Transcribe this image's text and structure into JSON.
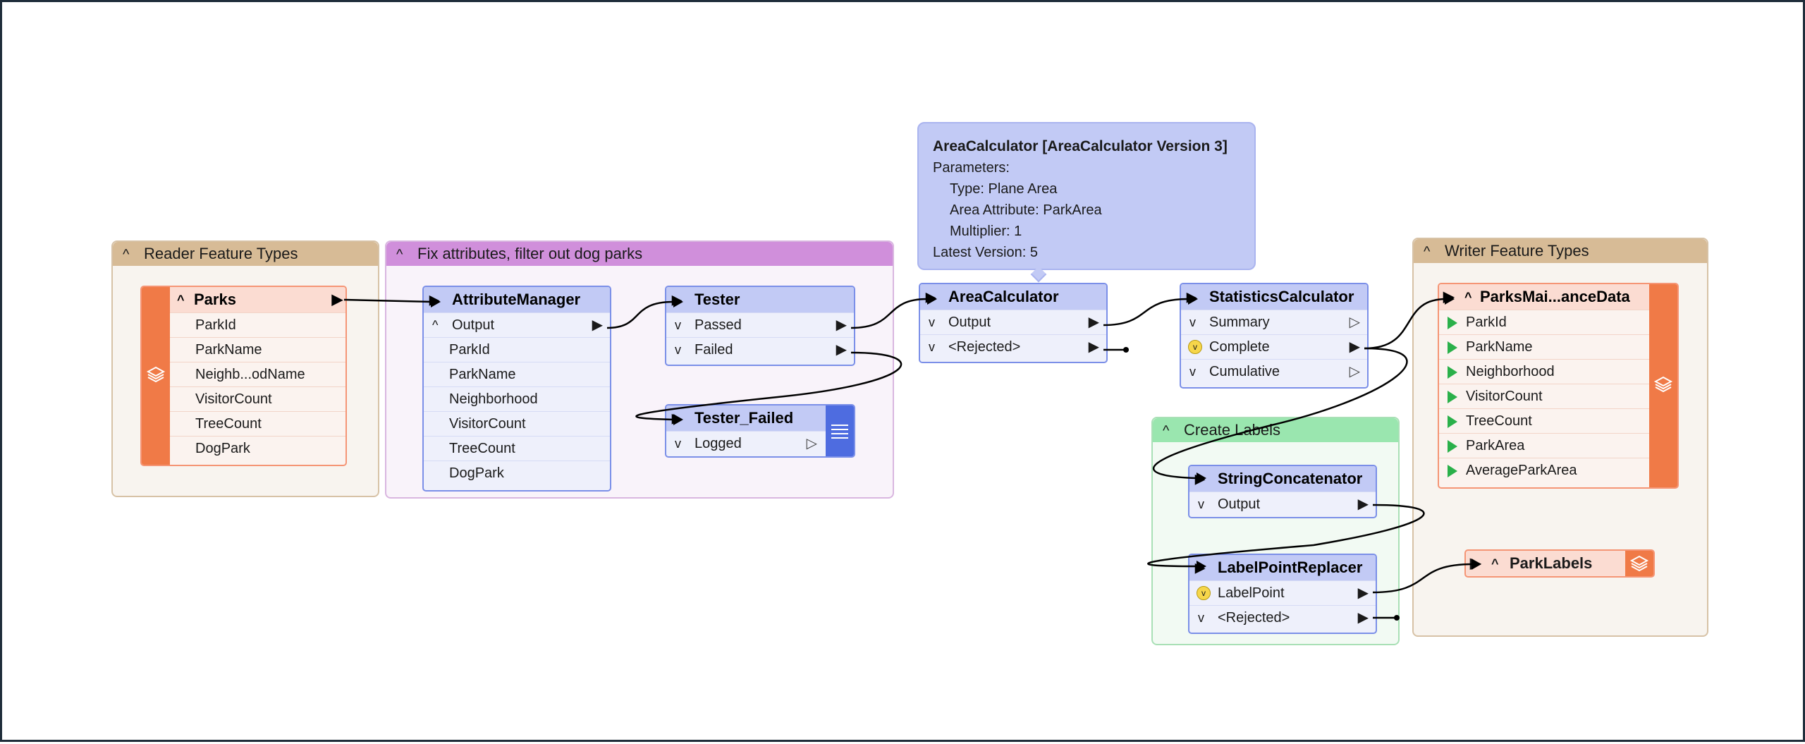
{
  "bookmarks": {
    "reader": {
      "title": "Reader Feature Types",
      "caret": "^"
    },
    "fix": {
      "title": "Fix attributes, filter out dog parks",
      "caret": "^"
    },
    "writer": {
      "title": "Writer Feature Types",
      "caret": "^"
    },
    "labels": {
      "title": "Create Labels",
      "caret": "^"
    }
  },
  "reader_parks": {
    "name": "Parks",
    "attributes": [
      "ParkId",
      "ParkName",
      "Neighb...odName",
      "VisitorCount",
      "TreeCount",
      "DogPark"
    ]
  },
  "attribute_manager": {
    "name": "AttributeManager",
    "port": "Output",
    "attributes": [
      "ParkId",
      "ParkName",
      "Neighborhood",
      "VisitorCount",
      "TreeCount",
      "DogPark"
    ]
  },
  "tester": {
    "name": "Tester",
    "ports": [
      "Passed",
      "Failed"
    ]
  },
  "tester_failed": {
    "name": "Tester_Failed",
    "port": "Logged"
  },
  "area_calculator": {
    "name": "AreaCalculator",
    "ports": [
      "Output",
      "<Rejected>"
    ]
  },
  "annotation": {
    "title": "AreaCalculator [AreaCalculator Version 3]",
    "lines": [
      "Parameters:",
      "Type: Plane Area",
      "Area Attribute: ParkArea",
      "Multiplier: 1",
      "Latest Version: 5"
    ]
  },
  "statistics_calculator": {
    "name": "StatisticsCalculator",
    "ports": [
      "Summary",
      "Complete",
      "Cumulative"
    ]
  },
  "string_concatenator": {
    "name": "StringConcatenator",
    "port": "Output"
  },
  "label_point_replacer": {
    "name": "LabelPointReplacer",
    "ports": [
      "LabelPoint",
      "<Rejected>"
    ]
  },
  "writer_main": {
    "name": "ParksMai...anceData",
    "attributes": [
      "ParkId",
      "ParkName",
      "Neighborhood",
      "VisitorCount",
      "TreeCount",
      "ParkArea",
      "AverageParkArea"
    ]
  },
  "writer_labels": {
    "name": "ParkLabels"
  },
  "colors": {
    "transformer_fill": "#eef0fb",
    "transformer_border": "#7b8fe8",
    "transformer_title": "#c2caf5",
    "feature_type_accent": "#f07a47",
    "bookmark_tan": "#d7bb96",
    "bookmark_purple": "#d08fdb",
    "bookmark_green": "#9ae6af"
  }
}
